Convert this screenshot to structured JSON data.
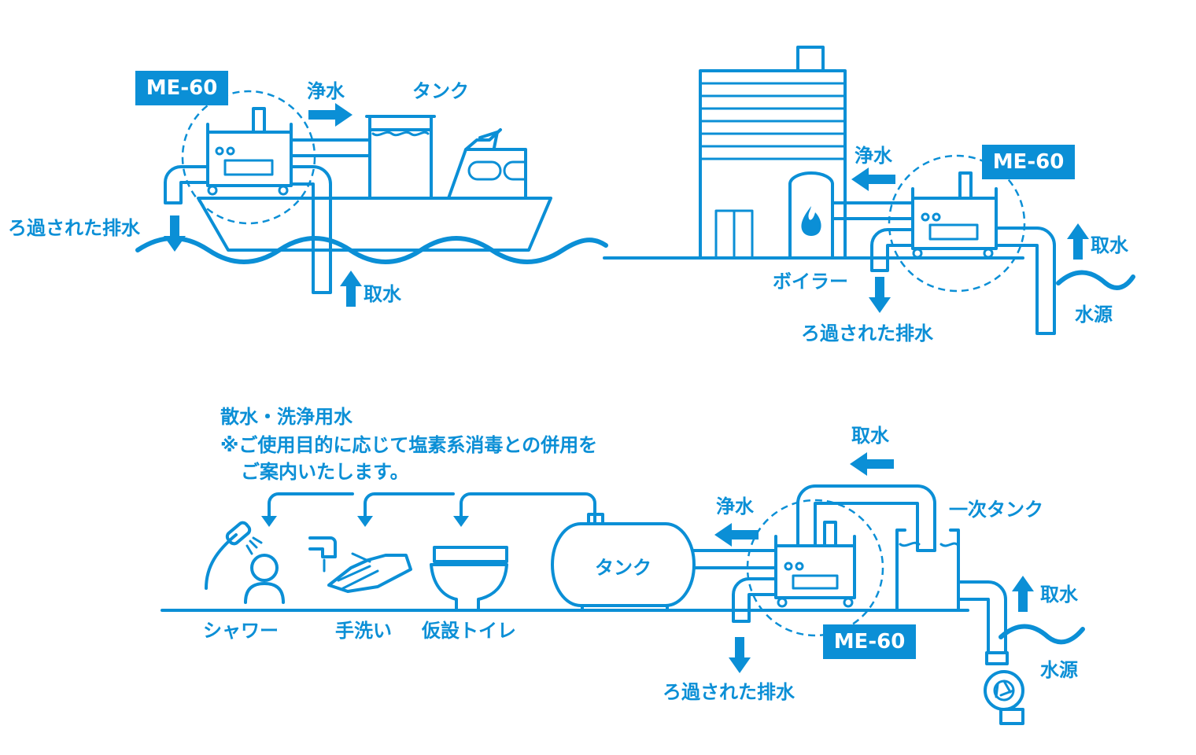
{
  "colors": {
    "accent": "#0b8fd6",
    "background": "#ffffff"
  },
  "icons": [
    "ship-icon",
    "building-icon",
    "boiler-icon",
    "flame-icon",
    "filter-unit-icon",
    "tank-icon",
    "shower-icon",
    "hand-wash-icon",
    "toilet-icon",
    "pump-icon",
    "arrow-icon"
  ],
  "scene_ship": {
    "model_badge": "ME-60",
    "clean_water": "浄水",
    "tank": "タンク",
    "filtered_drain": "ろ過された排水",
    "intake": "取水"
  },
  "scene_boiler": {
    "model_badge": "ME-60",
    "clean_water": "浄水",
    "boiler": "ボイラー",
    "filtered_drain": "ろ過された排水",
    "intake": "取水",
    "water_source": "水源"
  },
  "scene_site": {
    "usage_title": "散水・洗浄用水",
    "usage_note_1": "※ご使用目的に応じて塩素系消毒との併用を",
    "usage_note_2": "ご案内いたします。",
    "intake_top": "取水",
    "clean_water": "浄水",
    "primary_tank": "一次タンク",
    "tank": "タンク",
    "shower": "シャワー",
    "hand_wash": "手洗い",
    "temp_toilet": "仮設トイレ",
    "model_badge": "ME-60",
    "filtered_drain": "ろ過された排水",
    "intake_right": "取水",
    "water_source": "水源"
  }
}
